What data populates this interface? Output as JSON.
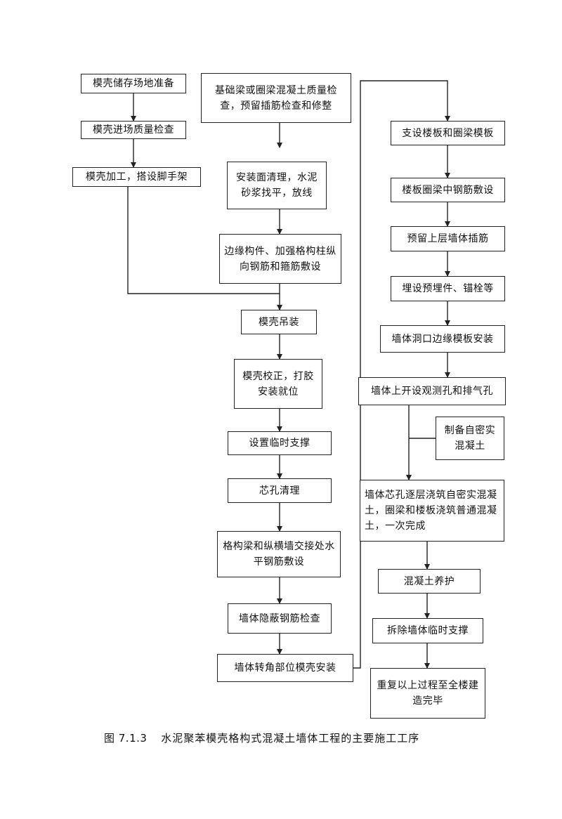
{
  "column1": {
    "prepare_storage": "模壳储存场地准备",
    "incoming_inspection": "模壳进场质量检查",
    "processing_scaffold": "模壳加工，搭设脚手架"
  },
  "column2": {
    "beam_inspection": "基础梁或圈梁混凝土质量检查，预留插筋检查和修整",
    "surface_leveling": "安装面清理，水泥砂浆找平，放线",
    "edge_rebar": "边缘构件、加强格构柱纵向钢筋和箍筋敷设",
    "hoisting": "模壳吊装",
    "alignment": "模壳校正，打胶安装就位",
    "temp_support": "设置临时支撑",
    "core_cleaning": "芯孔清理",
    "horizontal_rebar": "格构梁和纵横墙交接处水平钢筋敷设",
    "hidden_rebar_check": "墙体隐蔽钢筋检查",
    "corner_install": "墙体转角部位模壳安装"
  },
  "column3": {
    "floor_formwork": "支设楼板和圈梁模板",
    "floor_rebar": "楼板圈梁中钢筋敷设",
    "upper_dowels": "预留上层墙体插筋",
    "embedded_parts": "埋设预埋件、锚栓等",
    "opening_formwork": "墙体洞口边缘模板安装",
    "observation_holes": "墙体上开设观测孔和排气孔",
    "self_compacting_prep": "制备自密实混凝土",
    "pouring": "墙体芯孔逐层浇筑自密实混凝土，圈梁和楼板浇筑普通混凝土，一次完成",
    "curing": "混凝土养护",
    "remove_support": "拆除墙体临时支撑",
    "repeat": "重复以上过程至全楼建造完毕"
  },
  "caption": {
    "number": "图 7.1.3",
    "title": "水泥聚苯模壳格构式混凝土墙体工程的主要施工工序"
  }
}
